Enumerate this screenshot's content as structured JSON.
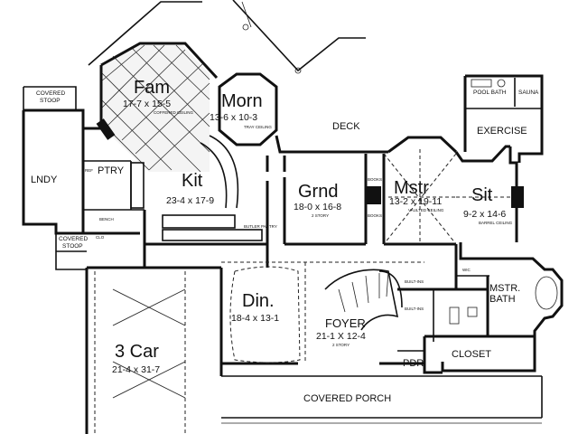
{
  "rooms": {
    "fam": {
      "name": "Fam",
      "dims": "17-7 x 15-5",
      "note": "COFFERED CEILING"
    },
    "morn": {
      "name": "Morn",
      "dims": "13-6 x 10-3",
      "note": "TRAY CEILING"
    },
    "kit": {
      "name": "Kit",
      "dims": "23-4 x 17-9"
    },
    "grnd": {
      "name": "Grnd",
      "dims": "18-0 x 16-8",
      "note": "2 STORY"
    },
    "mstr": {
      "name": "Mstr",
      "dims": "13-2 x 19-11",
      "note": "VAULTED CEILING"
    },
    "sit": {
      "name": "Sit",
      "dims": "9-2 x 14-6",
      "note": "BARREL CEILING"
    },
    "din": {
      "name": "Din.",
      "dims": "18-4 x 13-1"
    },
    "foyer": {
      "name": "FOYER",
      "dims": "21-1 X 12-4",
      "note": "2 STORY"
    },
    "garage": {
      "name": "3 Car",
      "dims": "21-4 x 31-7"
    },
    "lndy": {
      "name": "LNDY"
    },
    "ptry": {
      "name": "PTRY"
    },
    "deck": {
      "name": "DECK"
    },
    "exercise": {
      "name": "EXERCISE"
    },
    "mstr_bath": {
      "name": "MSTR.",
      "name2": "BATH"
    },
    "closet": {
      "name": "CLOSET"
    },
    "pdr": {
      "name": "PDR"
    },
    "covered_porch": {
      "name": "COVERED PORCH"
    },
    "pool_bath": {
      "name": "POOL BATH"
    },
    "sauna": {
      "name": "SAUNA"
    }
  },
  "labels": {
    "covered_stoop_top": [
      "COVERED",
      "STOOP"
    ],
    "covered_stoop_bottom": [
      "COVERED",
      "STOOP"
    ],
    "bench": "BENCH",
    "clo": "CLO",
    "ref": "REF",
    "built_ins_1": "BUILT-INS",
    "built_ins_2": "BUILT-INS",
    "books_1": "BOOKS",
    "books_2": "BOOKS",
    "butler_pantry": "BUTLER PANTRY",
    "wic": "WIC"
  }
}
